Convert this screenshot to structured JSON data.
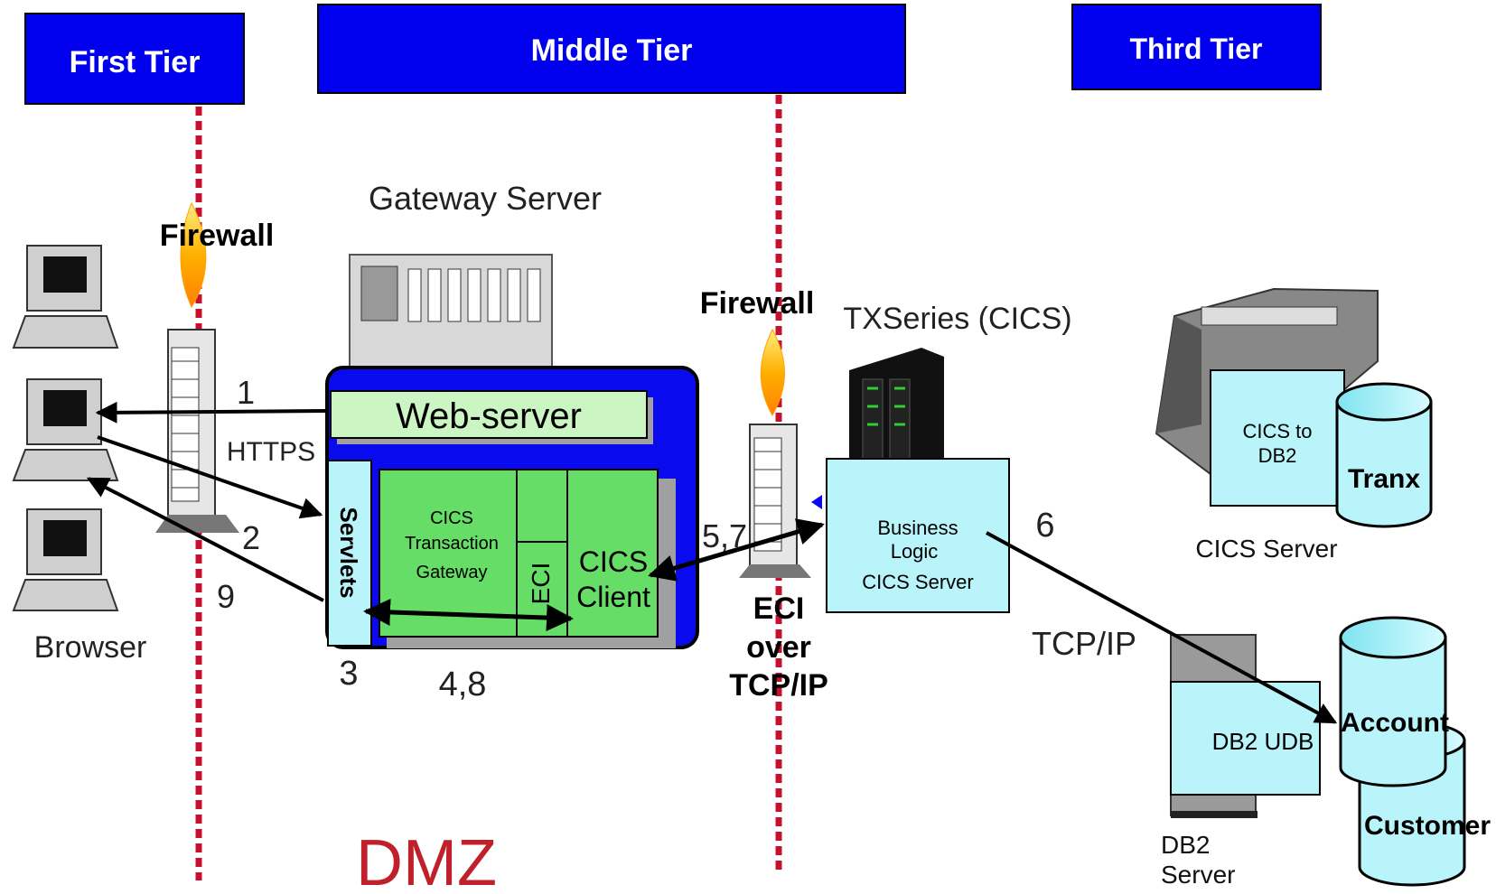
{
  "tiers": {
    "first": "First Tier",
    "middle": "Middle Tier",
    "third": "Third Tier"
  },
  "labels": {
    "gateway_server": "Gateway Server",
    "firewall_left": "Firewall",
    "firewall_right": "Firewall",
    "txseries": "TXSeries (CICS)",
    "browser": "Browser",
    "dmz": "DMZ",
    "https": "HTTPS",
    "tcpip": "TCP/IP",
    "eci_over_line1": "ECI",
    "eci_over_line2": "over",
    "eci_over_line3": "TCP/IP",
    "cics_server": "CICS Server",
    "db2_server_line1": "DB2",
    "db2_server_line2": "Server"
  },
  "gateway": {
    "web_server": "Web-server",
    "servlets": "Servlets",
    "ctg_line1": "CICS",
    "ctg_line2": "Transaction",
    "ctg_line3": "Gateway",
    "eci": "ECI",
    "client_line1": "CICS",
    "client_line2": "Client"
  },
  "business": {
    "line1": "Business",
    "line2": "Logic",
    "line3": "CICS Server"
  },
  "third_tier": {
    "cics_to_db2_line1": "CICS to",
    "cics_to_db2_line2": "DB2",
    "tranx": "Tranx",
    "db2_udb": "DB2 UDB",
    "account": "Account",
    "customer": "Customer"
  },
  "steps": {
    "s1": "1",
    "s2": "2",
    "s3": "3",
    "s48": "4,8",
    "s57": "5,7",
    "s6": "6",
    "s9": "9"
  },
  "colors": {
    "tier_blue": "#0000ee",
    "dmz_red": "#c0202a",
    "firewall_line": "#c8102e",
    "light_green": "#ccf5c4",
    "green": "#66dd66",
    "cyan": "#b8f4fa",
    "gray": "#9a9a9a"
  }
}
